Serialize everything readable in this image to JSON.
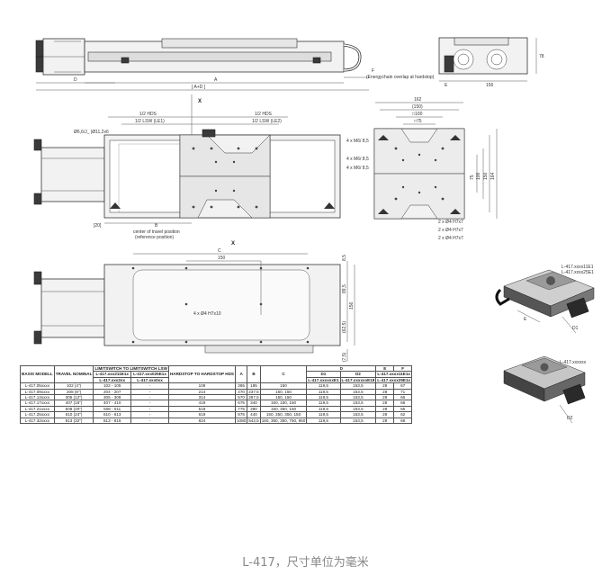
{
  "drawing": {
    "axis_x_top": "X",
    "axis_x_mid": "X",
    "top_view": {
      "dim_D": "D",
      "dim_A": "A",
      "dim_A_plus_D": "[ A+D ]",
      "dim_F": "F",
      "energychain_note": "(Energychain overlap at hardstop)"
    },
    "end_view": {
      "dim_E": "E",
      "dim_156": "156",
      "dim_78": "78"
    },
    "middle_view": {
      "half_hds_left": "1/2 HDS",
      "half_lsw_left": "1/2 LSW (LE1)",
      "half_hds_right": "1/2 HDS",
      "half_lsw_right": "1/2 LSW (LE2)",
      "hole_callout": "Ø6,6/J_ |Ø11,2x6",
      "dim_20": "[20]",
      "dim_B": "B",
      "center_note": "center of travel position",
      "reference_note": "(reference position)"
    },
    "carriage_view": {
      "dim_162": "162",
      "dim_150": "(150)",
      "dim_100": "□100",
      "dim_75": "□75",
      "m6_1": "4 x M6/ 8,5",
      "m6_2": "4 x M6/ 8,5",
      "m6_3": "4 x M6/ 8,5",
      "pin_1": "2 x Ø4 H7x7",
      "pin_2": "2 x Ø4 H7x7",
      "pin_3": "2 x Ø4 H7x7",
      "vd_75": "75",
      "vd_100": "100",
      "vd_150": "150",
      "vd_164": "164"
    },
    "base_view": {
      "dim_C": "C",
      "dim_150": "150",
      "dim_8_5": "8,5",
      "dim_89_5": "89,5",
      "dim_156": "156",
      "dim_62_5": "(62,5)",
      "dim_7_5": "(7,5)",
      "hole_callout": "4 x Ø4 H7x10"
    },
    "render_1": {
      "model_a": "L-417.xxxx11E1",
      "model_b": "L-417.xxxx25E1",
      "dim_E": "E",
      "dim_D": "D1"
    },
    "render_2": {
      "model": "L-417.xxxxxx",
      "dim_D": "D2"
    }
  },
  "table": {
    "h_basis": "BASIS MODELL",
    "h_travel": "TRAVEL NOMINAL",
    "h_lsw": "LIMITSWITCH TO LIMITSWITCH LSW",
    "h_hds": "HARDSTOP TO HARDSTOP HDS",
    "h_a": "A",
    "h_b": "B",
    "h_c": "C",
    "h_d": "D",
    "h_e": "E",
    "h_f": "F",
    "h_lsw_sub1": "L-417.xxx211E1x",
    "h_lsw_sub2": "L-417.xxx025E1x",
    "h_lsw_sub3": "L-417.xxx2xx",
    "h_lsw_sub4": "L-417.xxx0xx",
    "h_d1": "D1",
    "h_d2": "D2",
    "h_d1_sub1": "L-417.xxxxxxE1",
    "h_d2_sub1": "L-417.xxxxxxE18",
    "h_d1_sub2": "L-417.xxxxxx",
    "h_d2_sub2": "L-417.xxxxxxB",
    "h_ef_sub1": "L-417.xxxx11E1x",
    "h_ef_sub2": "L-417.xxxx25E1x",
    "rows": [
      [
        "L-417.05xxxx",
        "102 (4\")",
        "102 - 105",
        "-",
        "109",
        "365",
        "185",
        "150",
        "119,5",
        "153,5",
        "28",
        "67"
      ],
      [
        "L-417.09xxxx",
        "208 (8\")",
        "204 - 207",
        "-",
        "214",
        "470",
        "237,5",
        "150, 150",
        "119,5",
        "153,5",
        "28",
        "71"
      ],
      [
        "L-417.13xxxx",
        "305 (12\")",
        "305 - 308",
        "-",
        "314",
        "570",
        "287,5",
        "150, 150",
        "119,5",
        "153,5",
        "28",
        "66"
      ],
      [
        "L-417.17xxxx",
        "407 (16\")",
        "407 - 410",
        "-",
        "419",
        "675",
        "340",
        "150, 150, 150",
        "119,5",
        "153,5",
        "28",
        "68"
      ],
      [
        "L-417.21xxxx",
        "508 (20\")",
        "508 - 511",
        "-",
        "519",
        "775",
        "390",
        "150, 350, 150",
        "119,5",
        "153,5",
        "28",
        "65"
      ],
      [
        "L-417.25xxxx",
        "610 (24\")",
        "610 - 613",
        "-",
        "619",
        "875",
        "440",
        "150, 350, 350, 150",
        "119,5",
        "153,5",
        "28",
        "62"
      ],
      [
        "L-417.32xxxx",
        "813 (32\")",
        "813 - 816",
        "-",
        "824",
        "1080",
        "542,5",
        "150, 350, 350, 750, 950",
        "119,5",
        "153,5",
        "28",
        "68"
      ]
    ]
  },
  "caption": "L-417，尺寸单位为毫米"
}
